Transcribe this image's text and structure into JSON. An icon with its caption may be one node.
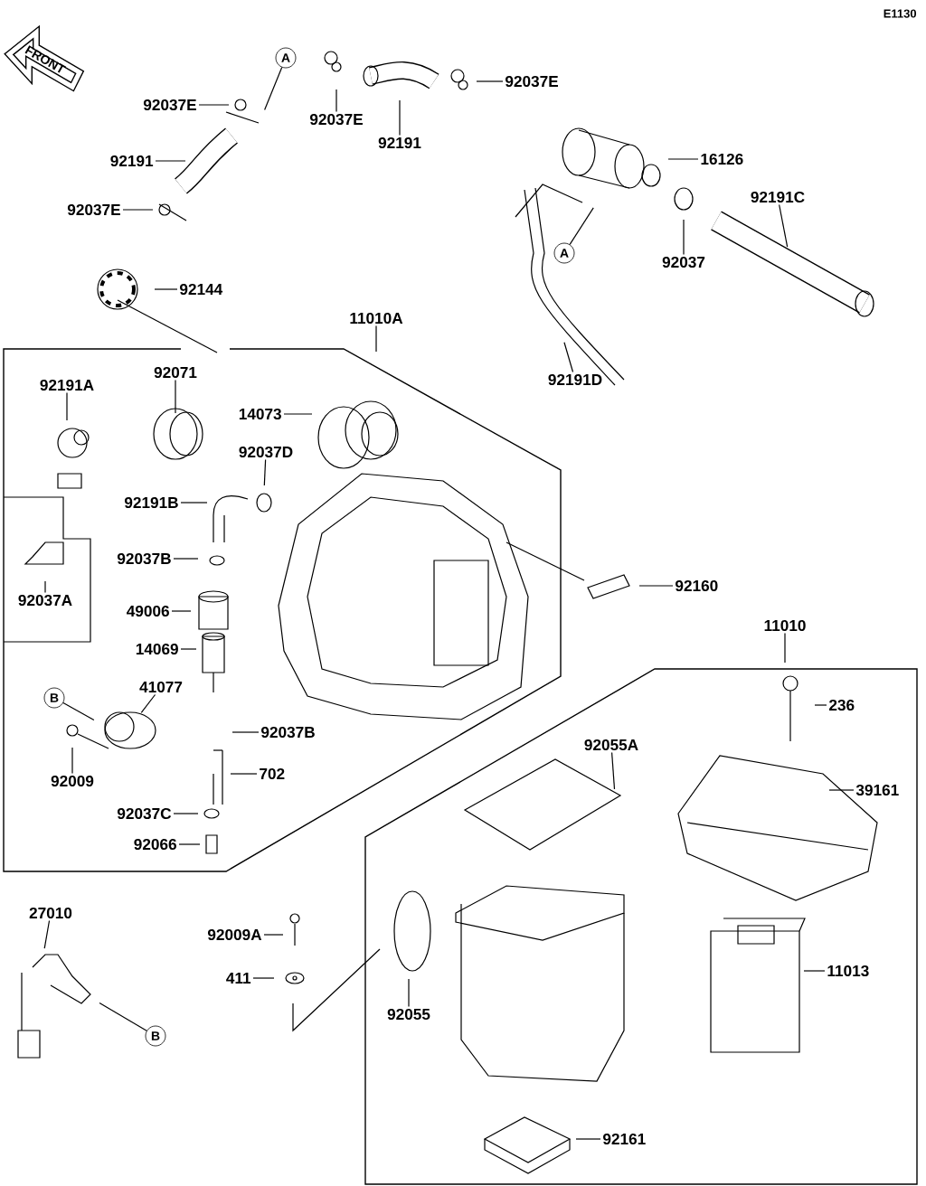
{
  "diagram": {
    "nodes": [
      {
        "text": [
          "92037E"
        ]
      },
      {
        "text": [
          "92191"
        ]
      },
      {
        "text": [
          "92037E"
        ]
      },
      {
        "text": [
          "92037E"
        ]
      },
      {
        "text": [
          "92191"
        ]
      },
      {
        "text": [
          "92037E"
        ]
      },
      {
        "text": [
          "16126"
        ]
      },
      {
        "text": [
          "92191C"
        ]
      },
      {
        "text": [
          "92037"
        ]
      },
      {
        "text": [
          "92144"
        ]
      },
      {
        "text": [
          "11010A"
        ]
      },
      {
        "text": [
          "92191D"
        ]
      },
      {
        "text": [
          "92071"
        ]
      },
      {
        "text": [
          "92191A"
        ]
      },
      {
        "text": [
          "14073"
        ]
      },
      {
        "text": [
          "92037D"
        ]
      },
      {
        "text": [
          "92191B"
        ]
      },
      {
        "text": [
          "92037B"
        ]
      },
      {
        "text": [
          "92037A"
        ]
      },
      {
        "text": [
          "49006"
        ]
      },
      {
        "text": [
          "92160"
        ]
      },
      {
        "text": [
          "11010"
        ]
      },
      {
        "text": [
          "14069"
        ]
      },
      {
        "text": [
          "41077"
        ]
      },
      {
        "text": [
          "236"
        ]
      },
      {
        "text": [
          "92037B"
        ]
      },
      {
        "text": [
          "92055A"
        ]
      },
      {
        "text": [
          "39161"
        ]
      },
      {
        "text": [
          "92009"
        ]
      },
      {
        "text": [
          "702"
        ]
      },
      {
        "text": [
          "92037C"
        ]
      },
      {
        "text": [
          "92066"
        ]
      },
      {
        "text": [
          "27010"
        ]
      },
      {
        "text": [
          "92009A"
        ]
      },
      {
        "text": [
          "411"
        ]
      },
      {
        "text": [
          "11013"
        ]
      },
      {
        "text": [
          "92055"
        ]
      },
      {
        "text": [
          "92161"
        ]
      },
      {
        "text": [
          "A"
        ]
      },
      {
        "text": [
          "A"
        ]
      },
      {
        "text": [
          "B"
        ]
      },
      {
        "text": [
          "B"
        ]
      }
    ],
    "edges": [
      {
        "from": 0,
        "to": null,
        "arrow": "none"
      },
      {
        "from": 1,
        "to": null,
        "arrow": "none"
      },
      {
        "from": 2,
        "to": null,
        "arrow": "none"
      },
      {
        "from": 3,
        "to": null,
        "arrow": "none"
      },
      {
        "from": 4,
        "to": null,
        "arrow": "none"
      },
      {
        "from": 5,
        "to": null,
        "arrow": "none"
      },
      {
        "from": 6,
        "to": null,
        "arrow": "none"
      },
      {
        "from": 7,
        "to": null,
        "arrow": "none"
      },
      {
        "from": 8,
        "to": null,
        "arrow": "none"
      },
      {
        "from": 9,
        "to": null,
        "arrow": "none"
      },
      {
        "from": 10,
        "to": null,
        "arrow": "none"
      },
      {
        "from": 11,
        "to": null,
        "arrow": "none"
      },
      {
        "from": 12,
        "to": null,
        "arrow": "none"
      },
      {
        "from": 13,
        "to": null,
        "arrow": "none"
      },
      {
        "from": 14,
        "to": null,
        "arrow": "none"
      },
      {
        "from": 15,
        "to": null,
        "arrow": "none"
      },
      {
        "from": 16,
        "to": null,
        "arrow": "none"
      },
      {
        "from": 17,
        "to": null,
        "arrow": "none"
      },
      {
        "from": 18,
        "to": null,
        "arrow": "none"
      },
      {
        "from": 19,
        "to": null,
        "arrow": "none"
      },
      {
        "from": 20,
        "to": null,
        "arrow": "none"
      },
      {
        "from": 21,
        "to": null,
        "arrow": "none"
      },
      {
        "from": 22,
        "to": null,
        "arrow": "none"
      },
      {
        "from": 23,
        "to": null,
        "arrow": "none"
      },
      {
        "from": 24,
        "to": null,
        "arrow": "none"
      },
      {
        "from": 25,
        "to": null,
        "arrow": "none"
      },
      {
        "from": 26,
        "to": null,
        "arrow": "none"
      },
      {
        "from": 27,
        "to": null,
        "arrow": "none"
      },
      {
        "from": 28,
        "to": null,
        "arrow": "none"
      },
      {
        "from": 29,
        "to": null,
        "arrow": "none"
      },
      {
        "from": 30,
        "to": null,
        "arrow": "none"
      },
      {
        "from": 31,
        "to": null,
        "arrow": "none"
      },
      {
        "from": 32,
        "to": null,
        "arrow": "none"
      },
      {
        "from": 33,
        "to": null,
        "arrow": "none"
      },
      {
        "from": 34,
        "to": null,
        "arrow": "none"
      },
      {
        "from": 35,
        "to": null,
        "arrow": "none"
      },
      {
        "from": 36,
        "to": null,
        "arrow": "none"
      },
      {
        "from": 37,
        "to": null,
        "arrow": "none"
      },
      {
        "from": 38,
        "to": null,
        "arrow": "none"
      },
      {
        "from": 39,
        "to": null,
        "arrow": "none"
      },
      {
        "from": 40,
        "to": null,
        "arrow": "none"
      },
      {
        "from": 41,
        "to": null,
        "arrow": "none"
      }
    ],
    "labels": [
      "E1130",
      "FRONT"
    ]
  }
}
